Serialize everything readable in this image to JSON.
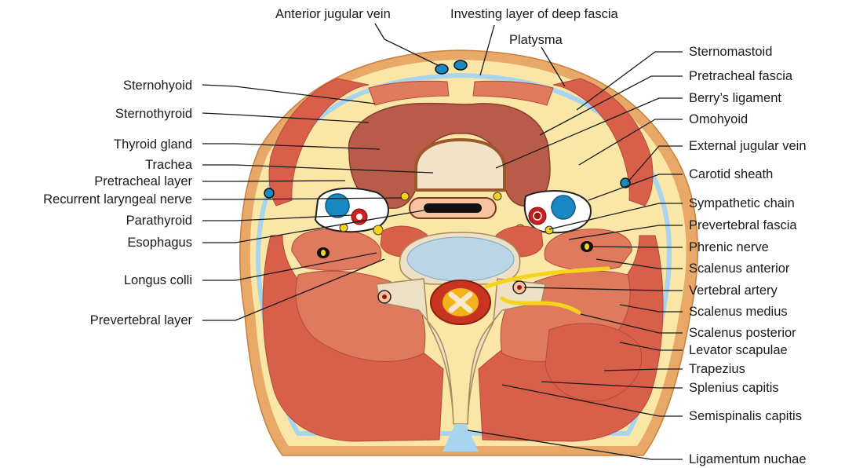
{
  "colors": {
    "skin": "#e8a868",
    "fat": "#fae7a7",
    "fascia": "#a7d4ee",
    "muscle": "#d8604a",
    "muscle_light": "#e98c6f",
    "thyroid": "#b85b48",
    "cartilage": "#f3e2c8",
    "bone": "#ede0c5",
    "disc": "#b9d5e6",
    "vein": "#1a88c2",
    "artery": "#cc2020",
    "nerve": "#f5d31a",
    "leader": "#1a1a1a"
  },
  "labels": {
    "anterior_jugular_vein": "Anterior jugular vein",
    "investing_layer": "Investing layer of deep fascia",
    "platysma": "Platysma",
    "sternohyoid": "Sternohyoid",
    "sternothyroid": "Sternothyroid",
    "thyroid_gland": "Thyroid gland",
    "trachea": "Trachea",
    "pretracheal_layer": "Pretracheal layer",
    "recurrent_laryngeal_nerve": "Recurrent laryngeal nerve",
    "parathyroid": "Parathyroid",
    "esophagus": "Esophagus",
    "longus_colli": "Longus colli",
    "prevertebral_layer": "Prevertebral layer",
    "sternomastoid": "Sternomastoid",
    "pretracheal_fascia": "Pretracheal fascia",
    "berrys_ligament": "Berry’s ligament",
    "omohyoid": "Omohyoid",
    "external_jugular_vein": "External jugular vein",
    "carotid_sheath": "Carotid sheath",
    "sympathetic_chain": "Sympathetic chain",
    "prevertebral_fascia": "Prevertebral fascia",
    "phrenic_nerve": "Phrenic nerve",
    "scalenus_anterior": "Scalenus anterior",
    "vertebral_artery": "Vertebral artery",
    "scalenus_medius": "Scalenus medius",
    "scalenus_posterior": "Scalenus posterior",
    "levator_scapulae": "Levator scapulae",
    "trapezius": "Trapezius",
    "splenius_capitis": "Splenius capitis",
    "semispinalis_capitis": "Semispinalis capitis",
    "ligamentum_nuchae": "Ligamentum nuchae"
  }
}
